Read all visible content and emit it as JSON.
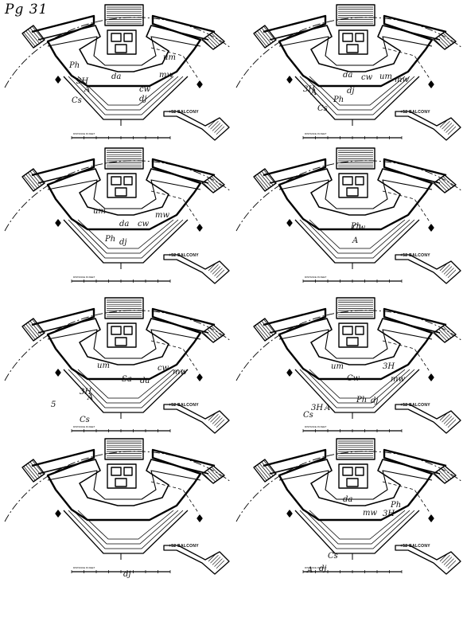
{
  "sheet": {
    "page_label": "Pg 31",
    "balcony_label": "BALCONY",
    "balcony_tag": "+52",
    "scale_label": "DISTANCE IN FEET",
    "cl_label": "℄"
  },
  "panels": [
    {
      "id": 1,
      "notes": [
        "Ph",
        "da",
        "cw",
        "um",
        "mw",
        "dj",
        "3H",
        "A",
        "Cs"
      ]
    },
    {
      "id": 2,
      "notes": [
        "da",
        "cw",
        "um",
        "mw",
        "3H",
        "A",
        "Ph",
        "dj",
        "Cs"
      ]
    },
    {
      "id": 3,
      "notes": [
        "um",
        "da",
        "cw",
        "mw",
        "Ph",
        "dj"
      ]
    },
    {
      "id": 4,
      "notes": [
        "Ph",
        "Cw",
        "A"
      ]
    },
    {
      "id": 5,
      "notes": [
        "um",
        "Sa",
        "da",
        "cw",
        "mw",
        "3H",
        "A",
        "5",
        "Cs"
      ]
    },
    {
      "id": 6,
      "notes": [
        "um",
        "3H",
        "mw",
        "Cw",
        "Ph",
        "dj",
        "3H",
        "A",
        "Cs"
      ]
    },
    {
      "id": 7,
      "notes": [
        "dj"
      ]
    },
    {
      "id": 8,
      "notes": [
        "da",
        "mw",
        "3H",
        "Ph",
        "Cs",
        "A",
        "dj"
      ]
    }
  ]
}
